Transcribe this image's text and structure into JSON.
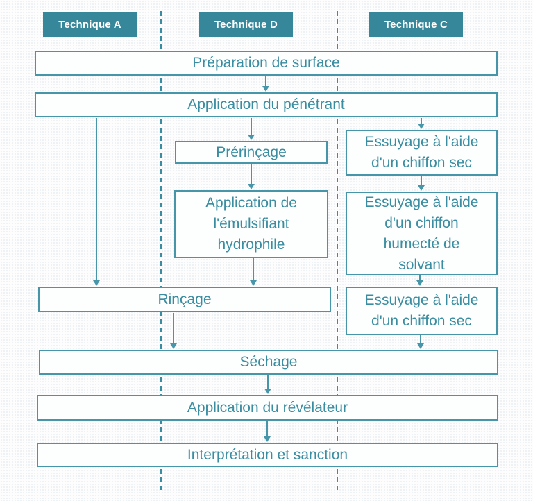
{
  "palette": {
    "teal": "#3a8da1",
    "header_fill": "#37879b",
    "border": "#4795a8",
    "background": "#fdfdfd"
  },
  "headers": [
    {
      "label": "Technique A"
    },
    {
      "label": "Technique D"
    },
    {
      "label": "Technique C"
    }
  ],
  "steps": {
    "preparation": {
      "label": "Préparation de surface"
    },
    "penetrant": {
      "label": "Application du pénétrant"
    },
    "prerincage": {
      "label": "Prérinçage"
    },
    "emulsifiant": {
      "label": "Application de\nl'émulsifiant\nhydrophile"
    },
    "rincage": {
      "label": "Rinçage"
    },
    "essuyage_sec_1": {
      "label": "Essuyage à l'aide\nd'un chiffon sec"
    },
    "essuyage_solvant": {
      "label": "Essuyage à l'aide\nd'un chiffon\nhumecté de\nsolvant"
    },
    "essuyage_sec_2": {
      "label": "Essuyage à l'aide\nd'un chiffon sec"
    },
    "sechage": {
      "label": "Séchage"
    },
    "revelateur": {
      "label": "Application du révélateur"
    },
    "interpretation": {
      "label": "Interprétation et sanction"
    }
  }
}
